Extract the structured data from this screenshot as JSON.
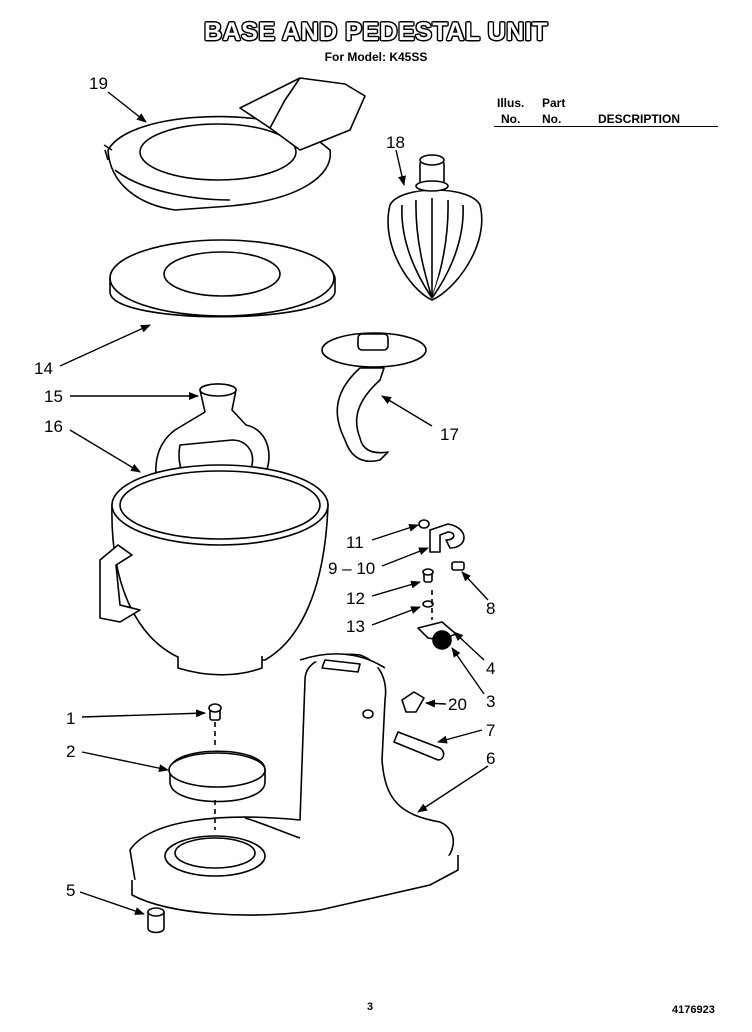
{
  "title": "BASE AND PEDESTAL UNIT",
  "subtitle": "For Model: K45SS",
  "table_header": {
    "illus_line1": "Illus.",
    "illus_line2": "No.",
    "part_line1": "Part",
    "part_line2": "No.",
    "description": "DESCRIPTION"
  },
  "callouts": {
    "c1": "1",
    "c2": "2",
    "c3": "3",
    "c4": "4",
    "c5": "5",
    "c6": "6",
    "c7": "7",
    "c8": "8",
    "c9_10": "9 – 10",
    "c11": "11",
    "c12": "12",
    "c13": "13",
    "c14": "14",
    "c15": "15",
    "c16": "16",
    "c17": "17",
    "c18": "18",
    "c19": "19",
    "c20": "20"
  },
  "footer": {
    "page_number": "3",
    "doc_number": "4176923"
  }
}
